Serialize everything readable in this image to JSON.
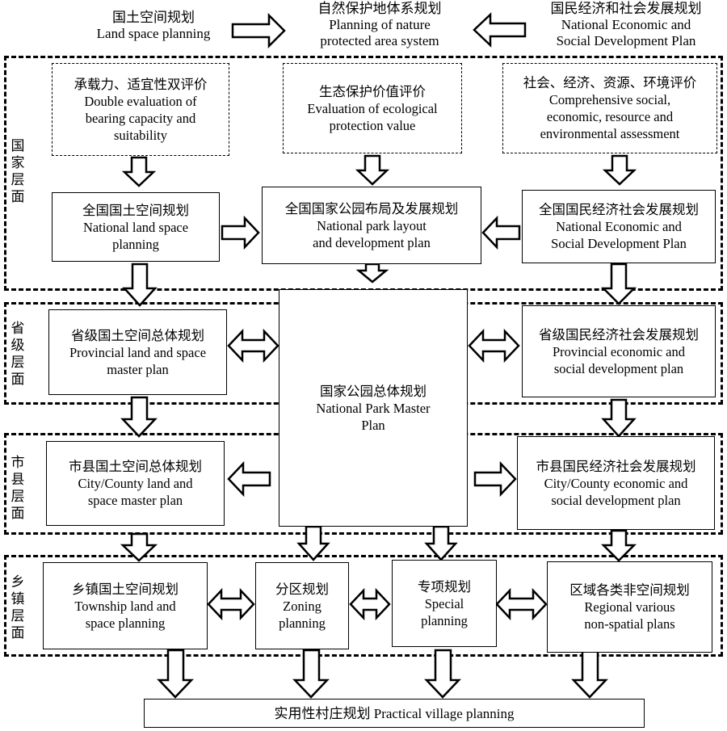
{
  "top": {
    "left": {
      "cn": "国土空间规划",
      "en": "Land space planning"
    },
    "center": {
      "cn": "自然保护地体系规划",
      "en1": "Planning of nature",
      "en2": "protected area system"
    },
    "right": {
      "cn": "国民经济和社会发展规划",
      "en1": "National Economic and",
      "en2": "Social Development Plan"
    }
  },
  "levels": {
    "national": "国家层面",
    "provincial": "省级层面",
    "city": "市县层面",
    "township": "乡镇层面"
  },
  "evaluations": {
    "bearing": {
      "cn": "承载力、适宜性双评价",
      "en1": "Double evaluation of",
      "en2": "bearing capacity and",
      "en3": "suitability"
    },
    "ecological": {
      "cn": "生态保护价值评价",
      "en1": "Evaluation of ecological",
      "en2": "protection value"
    },
    "comprehensive": {
      "cn": "社会、经济、资源、环境评价",
      "en1": "Comprehensive social,",
      "en2": "economic, resource and",
      "en3": "environmental assessment"
    }
  },
  "national": {
    "land": {
      "cn": "全国国土空间规划",
      "en1": "National land space",
      "en2": "planning"
    },
    "park": {
      "cn": "全国国家公园布局及发展规划",
      "en1": "National park layout",
      "en2": "and development plan"
    },
    "economic": {
      "cn": "全国国民经济社会发展规划",
      "en1": "National Economic and",
      "en2": "Social Development Plan"
    }
  },
  "master": {
    "cn": "国家公园总体规划",
    "en1": "National Park Master",
    "en2": "Plan"
  },
  "provincial": {
    "land": {
      "cn": "省级国土空间总体规划",
      "en1": "Provincial land and space",
      "en2": "master plan"
    },
    "economic": {
      "cn": "省级国民经济社会发展规划",
      "en1": "Provincial economic and",
      "en2": "social development plan"
    }
  },
  "city": {
    "land": {
      "cn": "市县国土空间总体规划",
      "en1": "City/County land and",
      "en2": "space master plan"
    },
    "economic": {
      "cn": "市县国民经济社会发展规划",
      "en1": "City/County economic and",
      "en2": "social development plan"
    }
  },
  "township": {
    "land": {
      "cn": "乡镇国土空间规划",
      "en1": "Township land and",
      "en2": "space planning"
    },
    "zoning": {
      "cn": "分区规划",
      "en1": "Zoning",
      "en2": "planning"
    },
    "special": {
      "cn": "专项规划",
      "en1": "Special",
      "en2": "planning"
    },
    "regional": {
      "cn": "区域各类非空间规划",
      "en1": "Regional various",
      "en2": "non-spatial plans"
    }
  },
  "final": "实用性村庄规划 Practical village planning"
}
